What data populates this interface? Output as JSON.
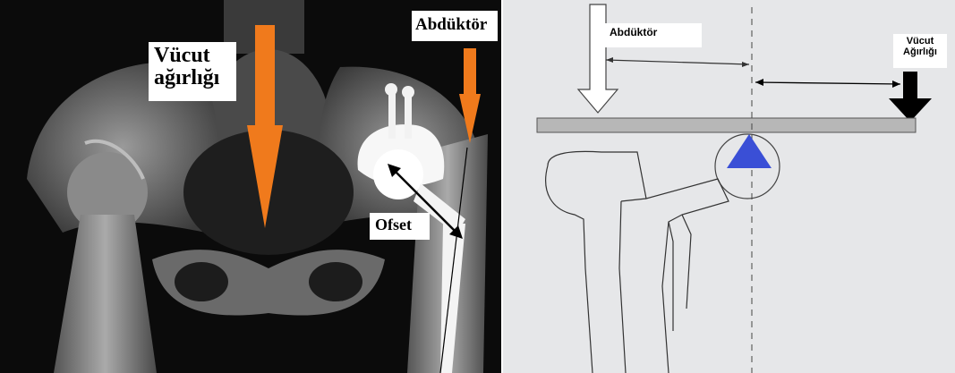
{
  "xray": {
    "body_weight_label_line1": "Vücut",
    "body_weight_label_line2": "ağırlığı",
    "abductor_label": "Abdüktör",
    "offset_label": "Ofset",
    "arrow_color": "#f07a1c"
  },
  "lever_diagram": {
    "abductor_label": "Abdüktör",
    "body_weight_label_line1": "Vücut",
    "body_weight_label_line2": "Ağırlığı",
    "fulcrum_color": "#3a4fd6"
  }
}
